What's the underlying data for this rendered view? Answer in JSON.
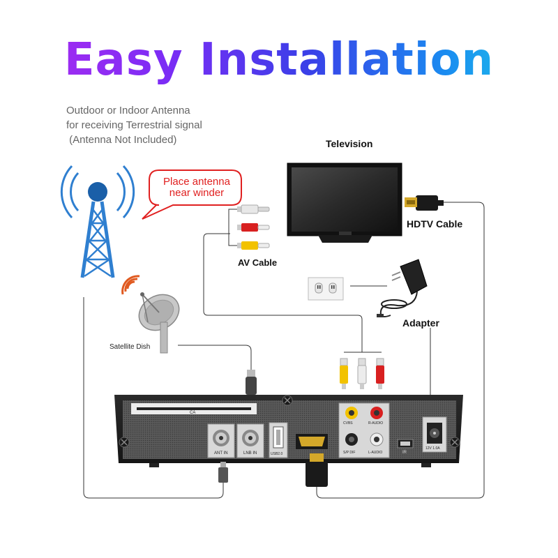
{
  "title": "Easy Installation",
  "antenna_note": {
    "line1": "Outdoor or Indoor Antenna",
    "line2": "for receiving Terrestrial signal",
    "line3": " (Antenna Not Included)"
  },
  "bubble": {
    "line1": "Place antenna",
    "line2": "near winder"
  },
  "labels": {
    "television": "Television",
    "hdtv_cable": "HDTV Cable",
    "av_cable": "AV Cable",
    "adapter": "Adapter",
    "satellite_dish": "Satellite Dish"
  },
  "ports": {
    "ca": "CA",
    "ant_in": "ANT IN",
    "lnb_in": "LNB IN",
    "usb": "USB2.0",
    "cvbs": "CVBS",
    "r_audio": "R-AUDIO",
    "spdif": "S/P DIF",
    "l_audio": "L-AUDIO",
    "ir": "IR",
    "power": "12V 1.0A"
  },
  "colors": {
    "title_gradient": [
      "#b12cf0",
      "#3a3fe8",
      "#20d4e8"
    ],
    "tower": "#2f7fd0",
    "bubble_border": "#e02020",
    "rca_yellow": "#f2c200",
    "rca_red": "#d82020",
    "rca_white": "#e8e8e8",
    "signal_waves": "#e05a20",
    "receiver_body": "#3a3a3a"
  }
}
